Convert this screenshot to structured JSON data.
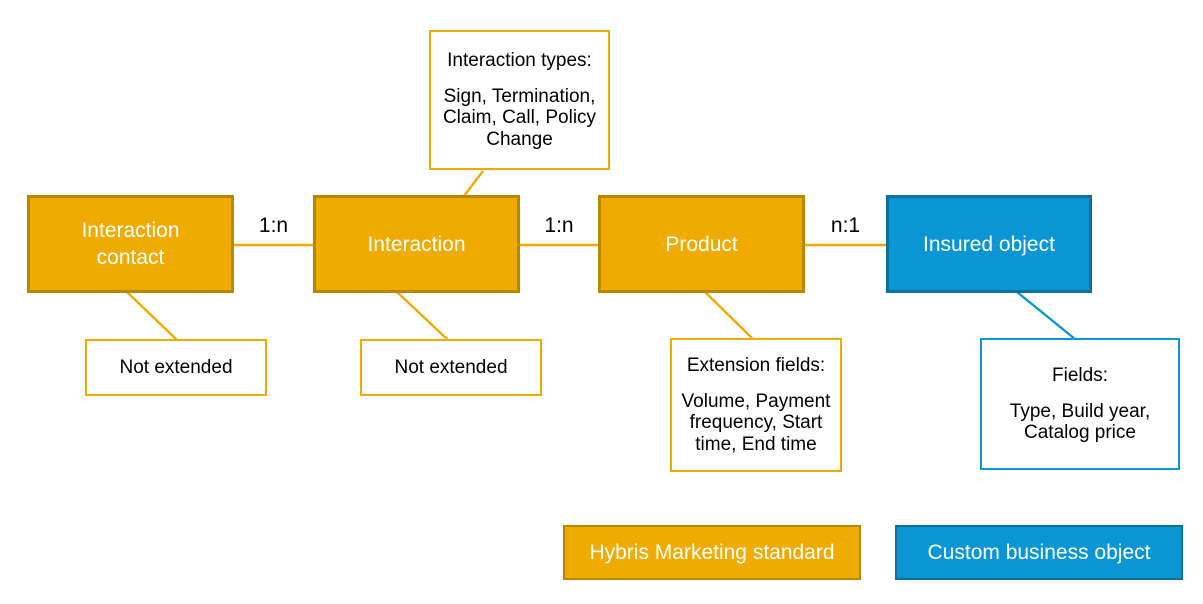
{
  "entities": [
    {
      "id": "interaction-contact",
      "label": "Interaction contact",
      "category": "standard"
    },
    {
      "id": "interaction",
      "label": "Interaction",
      "category": "standard"
    },
    {
      "id": "product",
      "label": "Product",
      "category": "standard"
    },
    {
      "id": "insured-object",
      "label": "Insured object",
      "category": "custom"
    }
  ],
  "relations": [
    {
      "label": "1:n",
      "from": "Interaction contact",
      "to": "Interaction"
    },
    {
      "label": "1:n",
      "from": "Interaction",
      "to": "Product"
    },
    {
      "label": "n:1",
      "from": "Product",
      "to": "Insured object"
    }
  ],
  "notes": [
    {
      "id": "interaction-types",
      "attached_to": "Interaction",
      "title": "Interaction types:",
      "lines": [
        "Sign, Termination,",
        "Claim, Call, Policy",
        "Change"
      ],
      "category": "standard"
    },
    {
      "id": "not-extended-interaction-contact",
      "attached_to": "Interaction contact",
      "lines": [
        "Not extended"
      ],
      "category": "standard"
    },
    {
      "id": "not-extended-interaction",
      "attached_to": "Interaction",
      "lines": [
        "Not extended"
      ],
      "category": "standard"
    },
    {
      "id": "extension-fields-product",
      "attached_to": "Product",
      "title": "Extension fields:",
      "lines": [
        "Volume, Payment",
        "frequency, Start",
        "time, End time"
      ],
      "category": "standard"
    },
    {
      "id": "fields-insured-object",
      "attached_to": "Insured object",
      "title": "Fields:",
      "lines": [
        "Type, Build year,",
        "Catalog price"
      ],
      "category": "custom"
    }
  ],
  "legend": [
    {
      "label": "Hybris Marketing standard",
      "category": "standard"
    },
    {
      "label": "Custom business object",
      "category": "custom"
    }
  ],
  "colors": {
    "standard_fill": "#F0AB00",
    "standard_border": "#B88700",
    "custom_fill": "#0A96D5",
    "custom_border": "#0C719C",
    "line_standard": "#F0AB00",
    "line_custom": "#0A96D5",
    "text_black": "#000000",
    "text_white": "#FFFFFF",
    "background": "#FFFFFF"
  }
}
